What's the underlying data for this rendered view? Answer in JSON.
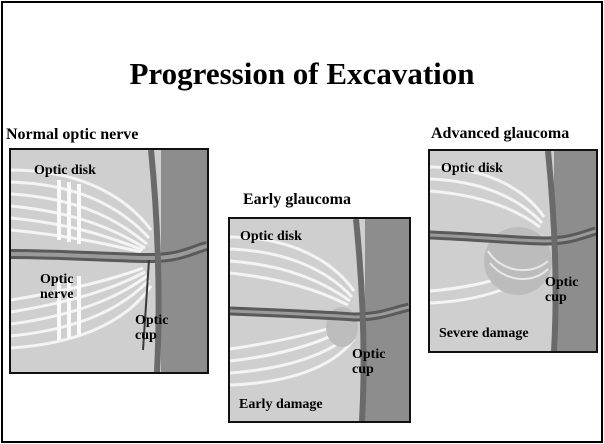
{
  "title": "Progression of Excavation",
  "panels": {
    "normal": {
      "heading": "Normal optic nerve",
      "optic_disk": "Optic disk",
      "optic_nerve": "Optic\nnerve",
      "optic_cup": "Optic\ncup"
    },
    "early": {
      "heading": "Early glaucoma",
      "optic_disk": "Optic disk",
      "optic_cup": "Optic\ncup",
      "damage": "Early damage"
    },
    "advanced": {
      "heading": "Advanced glaucoma",
      "optic_disk": "Optic disk",
      "optic_cup": "Optic\ncup",
      "damage": "Severe damage"
    }
  }
}
